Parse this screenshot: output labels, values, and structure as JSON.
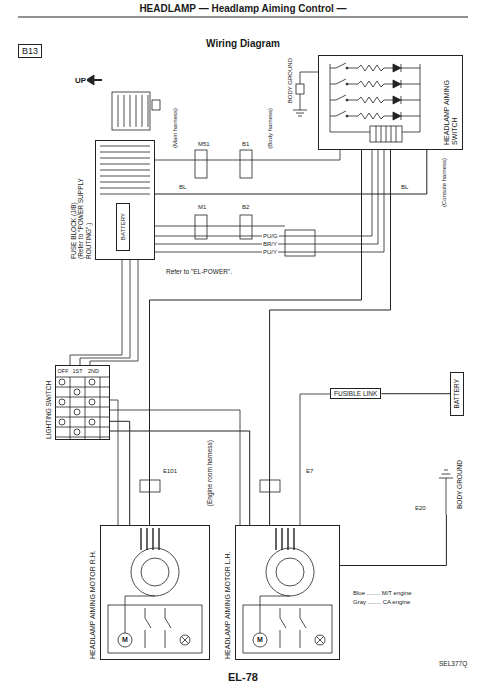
{
  "diagram": {
    "title": "HEADLAMP — Headlamp Aiming Control —",
    "nodes": [
      {
        "text": [
          "B13"
        ]
      },
      {
        "text": [
          "FUSE BLOCK (J/B)",
          "(Refer to \"POWER SUPPLY ROUTING\".)"
        ]
      },
      {
        "text": [
          "BATTERY"
        ],
        "in": 1
      },
      {
        "text": [
          "HEADLAMP AIMING SWITCH"
        ]
      },
      {
        "text": [
          "LIGHTING SWITCH"
        ]
      },
      {
        "text": [
          "FUSIBLE LINK"
        ]
      },
      {
        "text": [
          "BATTERY"
        ]
      },
      {
        "text": [
          "BODY GROUND"
        ]
      },
      {
        "text": [
          "HEADLAMP AIMING MOTOR R.H."
        ]
      },
      {
        "text": [
          "HEADLAMP AIMING MOTOR L.H."
        ]
      }
    ],
    "edges": [
      {
        "from": 1,
        "to": 3,
        "arrow": "none"
      },
      {
        "from": 3,
        "to": 8,
        "arrow": "none"
      },
      {
        "from": 3,
        "to": 9,
        "arrow": "none"
      },
      {
        "from": 4,
        "to": 8,
        "arrow": "none"
      },
      {
        "from": 4,
        "to": 9,
        "arrow": "none"
      },
      {
        "from": 5,
        "to": 6,
        "arrow": "none"
      },
      {
        "from": 9,
        "to": 7,
        "arrow": "none"
      }
    ],
    "labels": [
      "Wiring Diagram",
      "UP",
      "(Main harness)",
      "(Body harness)",
      "BODY GROUND",
      "(Console harness)",
      "M51",
      "B1",
      "M1",
      "B2",
      "BL",
      "BL",
      "PU/G",
      "BR/Y",
      "PU/Y",
      "Refer to \"EL-POWER\".",
      "OFF",
      "1ST",
      "2ND",
      "(Engine room harness)",
      "E101",
      "E7",
      "E20",
      "M",
      "M",
      "Blue ........ M/T engine",
      "Gray ........ CA engine",
      "SEL377Q",
      "EL-78"
    ]
  }
}
